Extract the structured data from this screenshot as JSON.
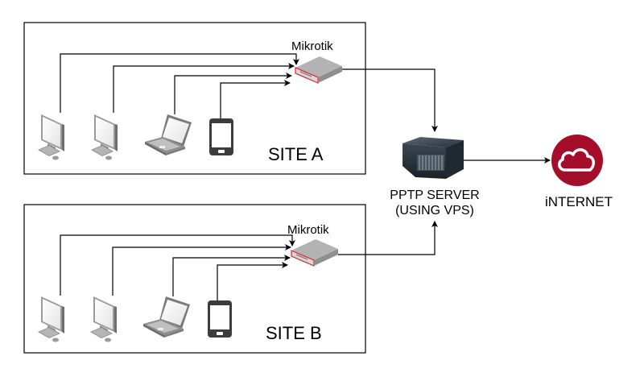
{
  "sites": [
    {
      "id": "site-a",
      "label": "SITE A",
      "router_label": "Mikrotik",
      "devices": [
        "desktop",
        "desktop",
        "laptop",
        "smartphone"
      ]
    },
    {
      "id": "site-b",
      "label": "SITE B",
      "router_label": "Mikrotik",
      "devices": [
        "desktop",
        "desktop",
        "laptop",
        "smartphone"
      ]
    }
  ],
  "server": {
    "line1": "PPTP SERVER",
    "line2": "(USING VPS)",
    "icon": "server-rack-icon"
  },
  "internet": {
    "label": "iNTERNET",
    "icon": "cloud-icon",
    "color": "#a50e2a"
  },
  "colors": {
    "router_accent": "#e0202a",
    "device_gray": "#8c8c8c",
    "server_dark": "#2b3640"
  }
}
